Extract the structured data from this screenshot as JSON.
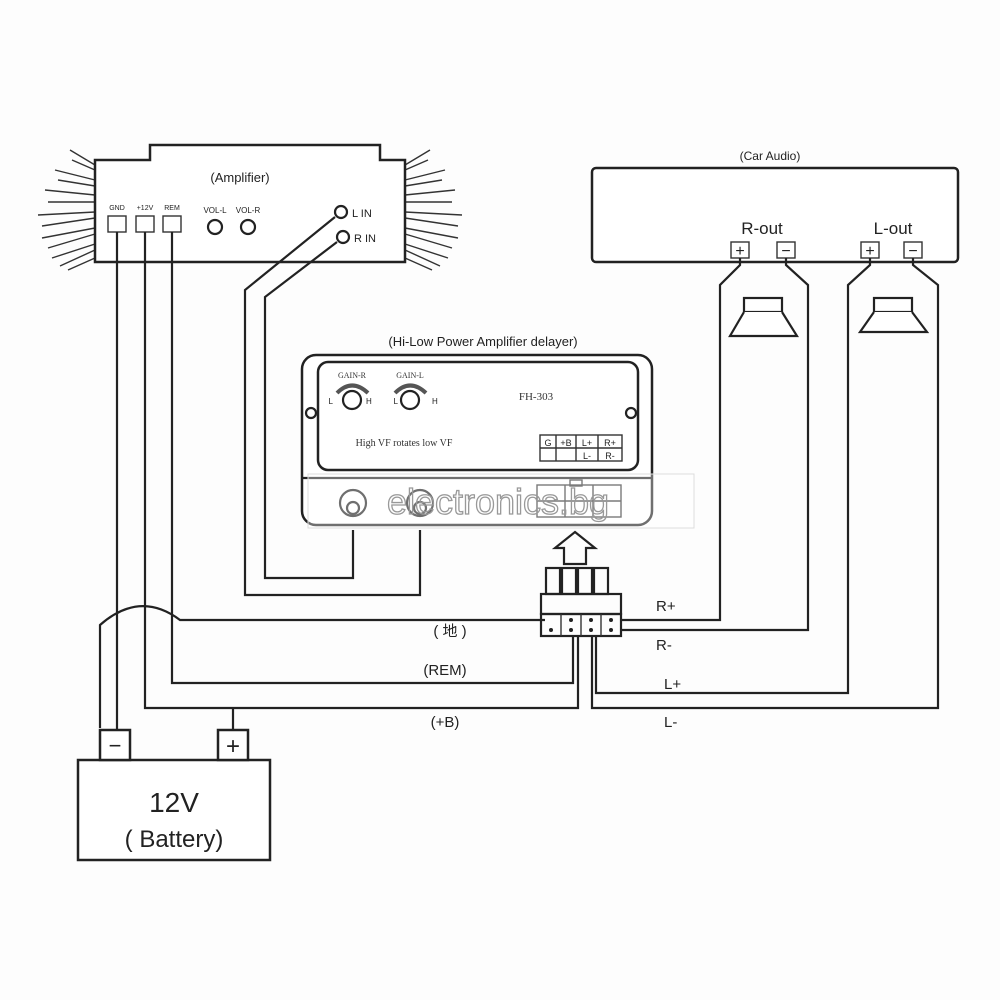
{
  "amplifier": {
    "label": "(Amplifier)",
    "terminals": [
      "GND",
      "+12V",
      "REM"
    ],
    "knobs": [
      "VOL-L",
      "VOL-R"
    ],
    "inputs": [
      "L IN",
      "R IN"
    ]
  },
  "car_audio": {
    "label": "(Car Audio)",
    "outputs": [
      "R-out",
      "L-out"
    ],
    "plus": "+",
    "minus": "−"
  },
  "delayer": {
    "label": "(Hi-Low Power Amplifier delayer)",
    "model": "FH-303",
    "gain_r": "GAIN-R",
    "gain_l": "GAIN-L",
    "low": "L",
    "high": "H",
    "caption": "High VF rotates low VF",
    "pin_row1": [
      "G",
      "+B",
      "L+",
      "R+"
    ],
    "pin_row2": [
      "",
      "",
      "L-",
      "R-"
    ]
  },
  "wires": {
    "gnd": "( 地 )",
    "rem": "(REM)",
    "plus_b": "(+B)",
    "r_plus": "R+",
    "r_minus": "R-",
    "l_plus": "L+",
    "l_minus": "L-"
  },
  "battery": {
    "voltage": "12V",
    "label": "( Battery)",
    "minus": "−",
    "plus": "+"
  },
  "watermark": "electronics.bg"
}
